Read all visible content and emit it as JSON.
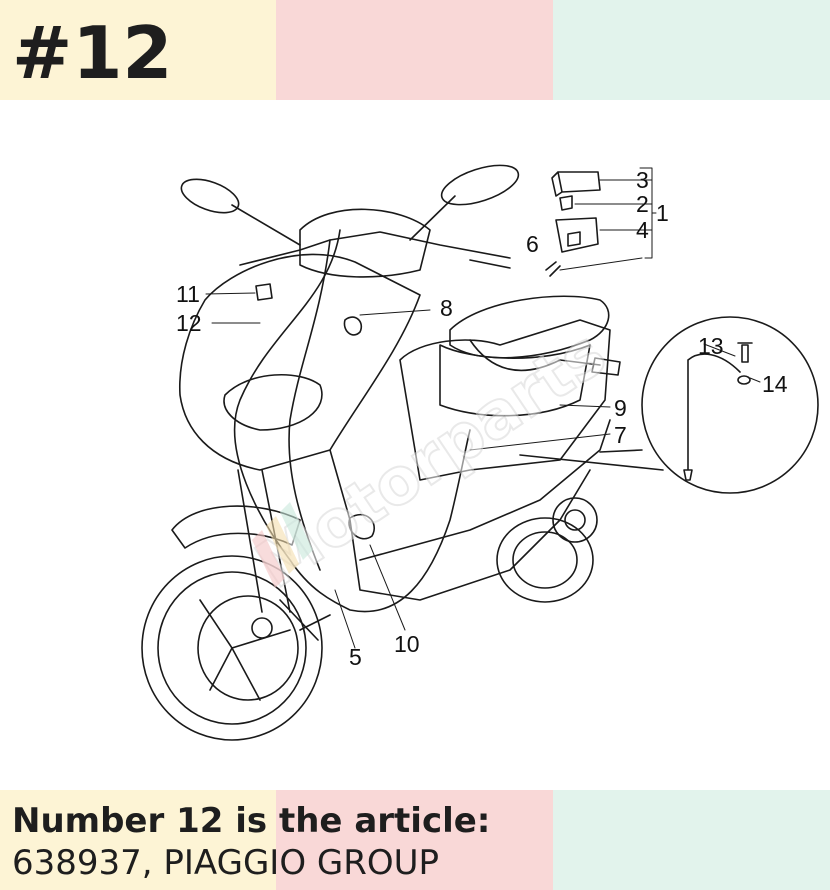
{
  "header": {
    "title": "#12"
  },
  "colors": {
    "band_yellow": "#fdf4d5",
    "band_pink": "#f9d8d7",
    "band_mint": "#e2f3ec",
    "line": "#1a1a1a"
  },
  "diagram": {
    "callouts": [
      "1",
      "2",
      "3",
      "4",
      "5",
      "6",
      "7",
      "8",
      "9",
      "10",
      "11",
      "12",
      "13",
      "14"
    ],
    "watermark": "Motorparts"
  },
  "caption": {
    "line1": "Number 12 is the article:",
    "line2": "638937, PIAGGIO GROUP"
  }
}
